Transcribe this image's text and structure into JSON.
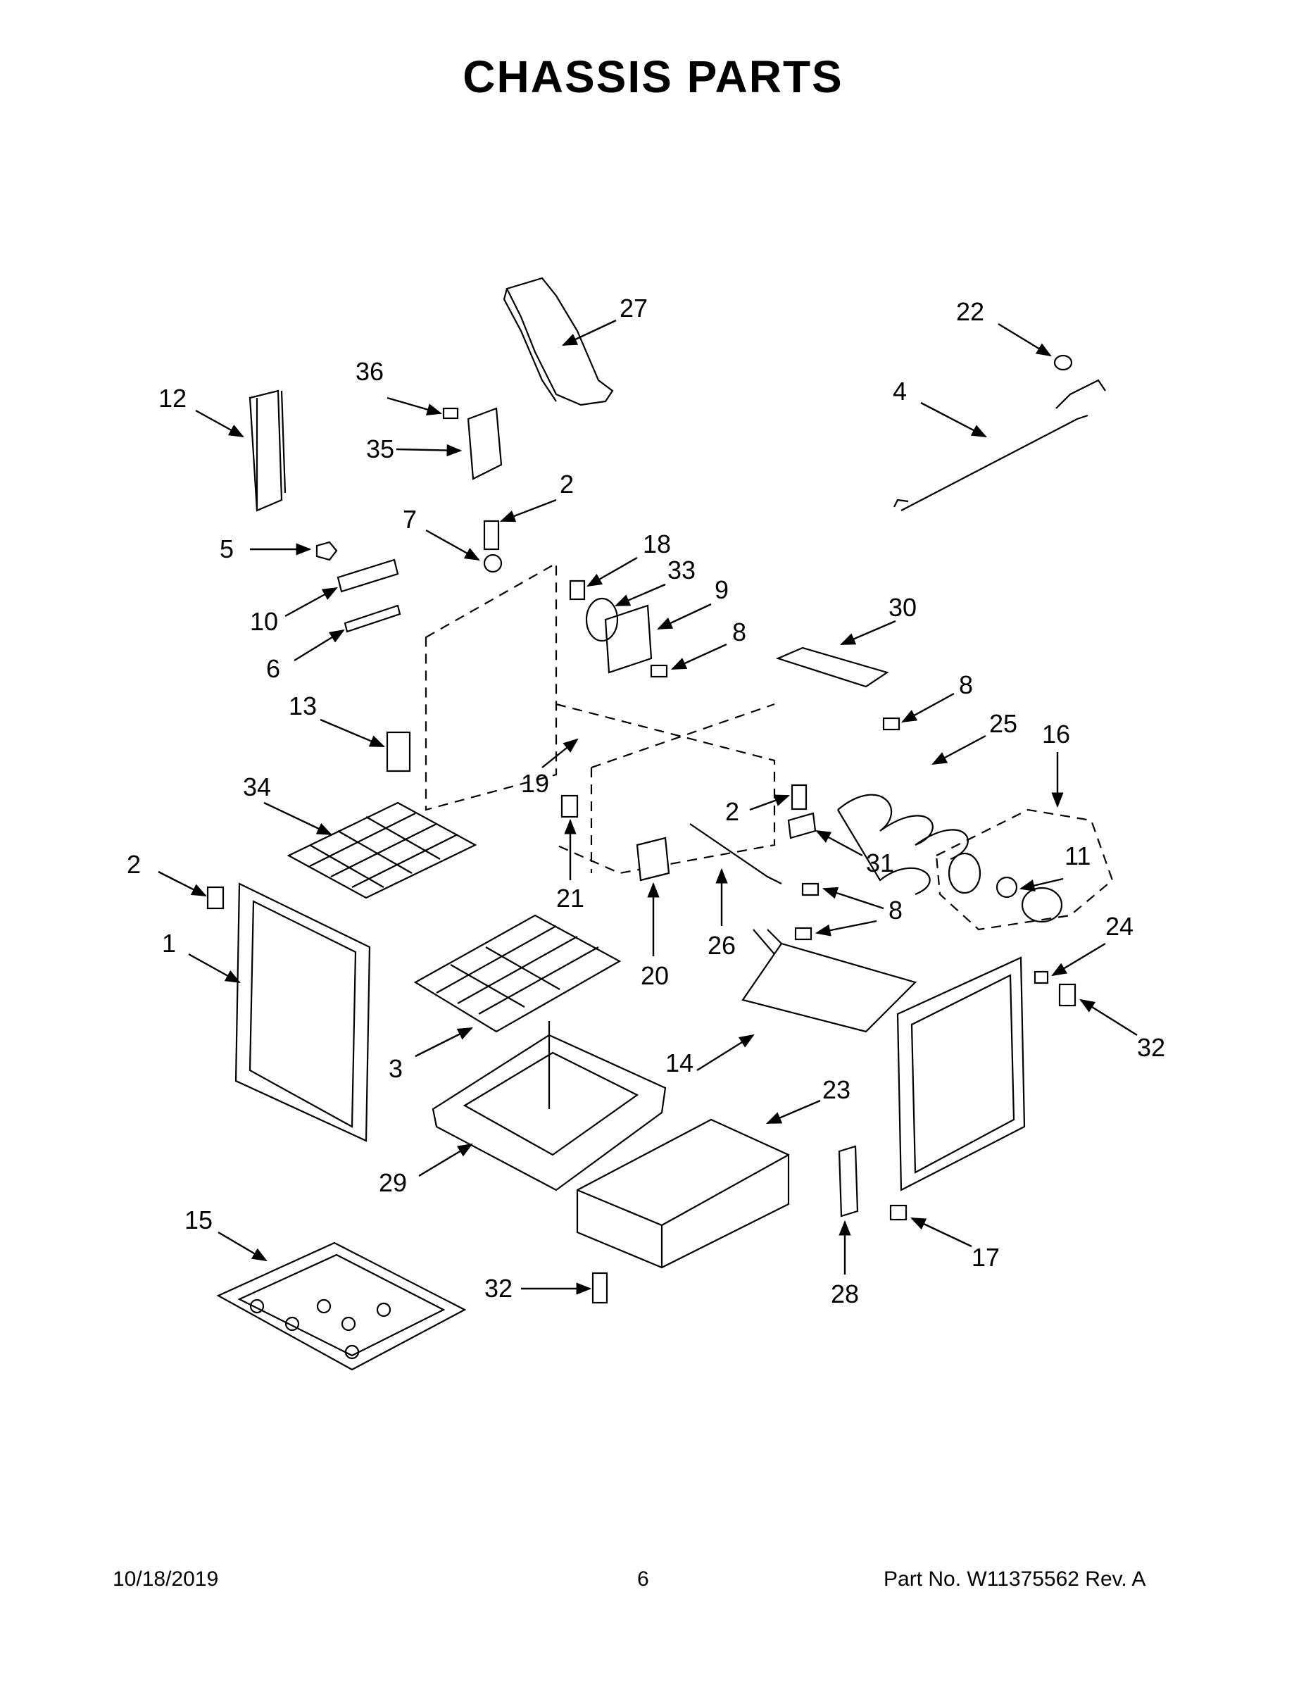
{
  "page": {
    "title": "CHASSIS PARTS",
    "date": "10/18/2019",
    "page_number": "6",
    "part_no": "Part No.  W11375562  Rev.  A"
  },
  "callouts": [
    "1",
    "2",
    "3",
    "4",
    "5",
    "6",
    "7",
    "8",
    "9",
    "10",
    "11",
    "12",
    "13",
    "14",
    "15",
    "16",
    "17",
    "18",
    "19",
    "20",
    "21",
    "22",
    "23",
    "24",
    "25",
    "26",
    "27",
    "28",
    "29",
    "30",
    "31",
    "32",
    "33",
    "34",
    "35",
    "36"
  ]
}
